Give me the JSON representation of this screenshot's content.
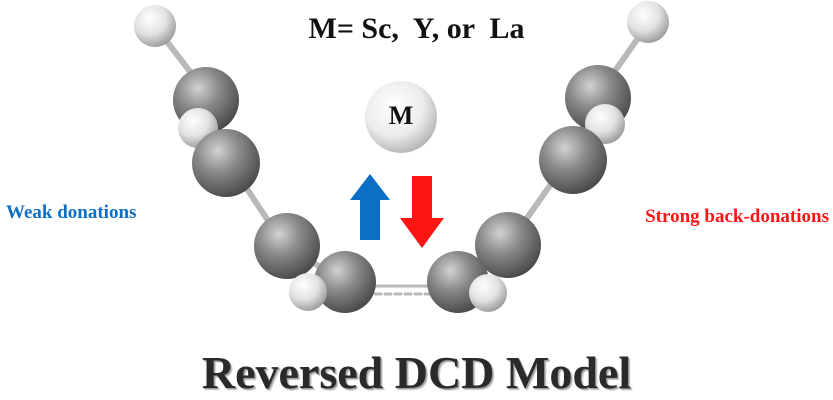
{
  "figure": {
    "metal_line": "M= Sc,  Y, or  La",
    "metal_symbol": "M",
    "weak_label": "Weak donations",
    "strong_label": "Strong back-donations",
    "title": "Reversed DCD Model"
  },
  "colors": {
    "donation_arrow": "#0b6fc6",
    "back_donation_arrow": "#ff1414",
    "carbon": "#7a7a7a",
    "hydrogen": "#e6e6e6",
    "metal": "#f2f2f2",
    "bond": "#bdbdbd"
  },
  "arrows": {
    "donation": "up",
    "back_donation": "down"
  }
}
